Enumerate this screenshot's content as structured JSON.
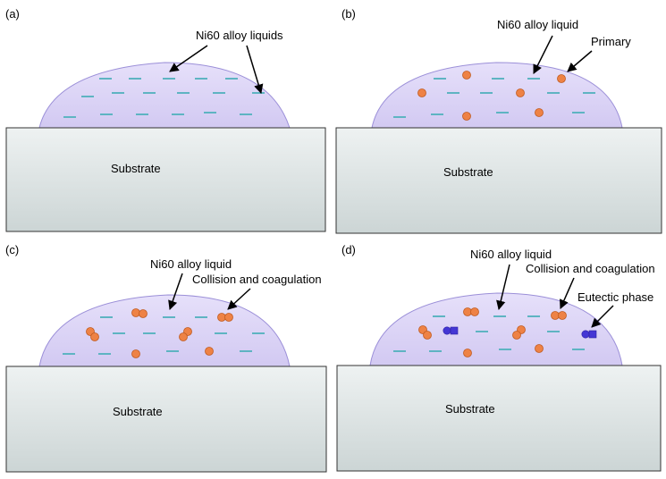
{
  "colors": {
    "melt_fill": "#ddd6f6",
    "melt_stroke": "#9b8fd8",
    "dash": "#5eb4c2",
    "primary": "#ee8245",
    "primary_stroke": "#c05a1e",
    "eutectic": "#4437d4",
    "substrate_top": "#eef2f2",
    "substrate_bottom": "#ccd5d5",
    "substrate_stroke": "#333333",
    "arrow": "#000000"
  },
  "panels": [
    {
      "id": "a",
      "letter": "(a)",
      "substrate_label": "Substrate",
      "labels": [
        "Ni60 alloy liquids"
      ]
    },
    {
      "id": "b",
      "letter": "(b)",
      "substrate_label": "Substrate",
      "labels": [
        "Ni60 alloy liquid",
        "Primary"
      ]
    },
    {
      "id": "c",
      "letter": "(c)",
      "substrate_label": "Substrate",
      "labels": [
        "Ni60 alloy liquid",
        "Collision and coagulation"
      ]
    },
    {
      "id": "d",
      "letter": "(d)",
      "substrate_label": "Substrate",
      "labels": [
        "Ni60 alloy liquid",
        "Collision and coagulation",
        "Eutectic phase"
      ]
    }
  ]
}
